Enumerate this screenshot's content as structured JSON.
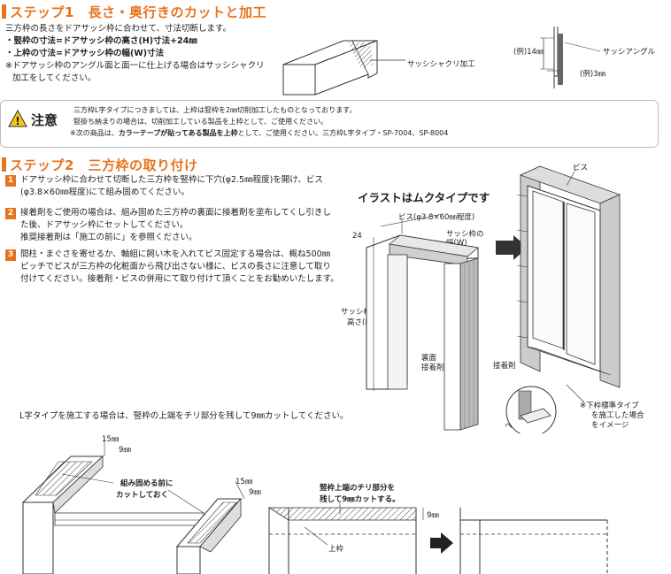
{
  "step1": {
    "title": "ステップ1　長さ・奥行きのカットと加工",
    "line1": "三方枠の長さをドアサッシ枠に合わせて、寸法切断します。",
    "line2": "・竪枠の寸法=ドアサッシ枠の高さ(H)寸法+24㎜",
    "line3": "・上枠の寸法=ドアサッシ枠の幅(W)寸法",
    "line4": "※ドアサッシ枠のアングル面と面一に仕上げる場合はサッシシャクリ",
    "line5": "加工をしてください。",
    "shakuri_label": "サッシシャクリ加工",
    "ex14": "(例)14㎜",
    "ex3": "(例)3㎜",
    "angle_label": "サッシアングル"
  },
  "caution": {
    "label": "注意",
    "line1": "三方枠L字タイプにつきましては、上枠は竪枠を2㎜切削加工したものとなっております。",
    "line2": "竪掛ち納まりの場合は、切削加工している製品を上枠として、ご使用ください。",
    "line3_prefix": "※次の商品は、",
    "line3_bold": "カラーテープが貼ってある製品を上枠",
    "line3_suffix": "として、ご使用ください。三方枠L字タイプ・SP-7004、SP-8004"
  },
  "step2": {
    "title": "ステップ2　三方枠の取り付け",
    "items": [
      {
        "num": "1",
        "lines": [
          "ドアサッシ枠に合わせて切断した三方枠を竪枠に下穴(φ2.5㎜程度)を開け、ビス",
          "(φ3.8×60㎜程度)にて組み固めてください。"
        ]
      },
      {
        "num": "2",
        "lines": [
          "接着剤をご使用の場合は、組み固めた三方枠の裏面に接着剤を塗布してくし引きし",
          "た後、ドアサッシ枠にセットしてください。",
          "推奨接着剤は「施工の前に」を参照ください。"
        ]
      },
      {
        "num": "3",
        "lines": [
          "間柱・まぐさを寄せるか、軸組に飼い木を入れてビス固定する場合は、概ね500㎜",
          "ピッチでビスが三方枠の化粧面から飛び出さない様に、ビスの長さに注意して取り",
          "付けてください。接着剤・ビスの併用にて取り付けて頂くことをお勧めいたします。"
        ]
      }
    ],
    "illust_title": "イラストはムクタイプです",
    "bis_label": "ビス(φ3.8×60㎜程度)",
    "dim24": "24",
    "width_label_1": "サッシ枠の",
    "width_label_2": "幅(W)",
    "height_label_1": "サッシ枠の",
    "height_label_2": "高さ(H)",
    "back_label_1": "裏面",
    "back_label_2": "接着剤",
    "adhesive_label": "接着剤",
    "hera_label": "ヘラ",
    "bis_top": "ビス",
    "note_1": "※下枠標準タイプ",
    "note_2": "を施工した場合",
    "note_3": "をイメージ"
  },
  "ltype": {
    "intro": "L字タイプを施工する場合は、竪枠の上端をチリ部分を残して9㎜カットしてください。",
    "dim15a": "15㎜",
    "dim9a": "9㎜",
    "dim15b": "15㎜",
    "dim9b": "9㎜",
    "cut_note_1": "組み固める前に",
    "cut_note_2": "カットしておく",
    "tate_note_1": "竪枠上端のチリ部分を",
    "tate_note_2": "残して9㎜カットする。",
    "dim9c": "9㎜",
    "uwaku": "上枠"
  }
}
